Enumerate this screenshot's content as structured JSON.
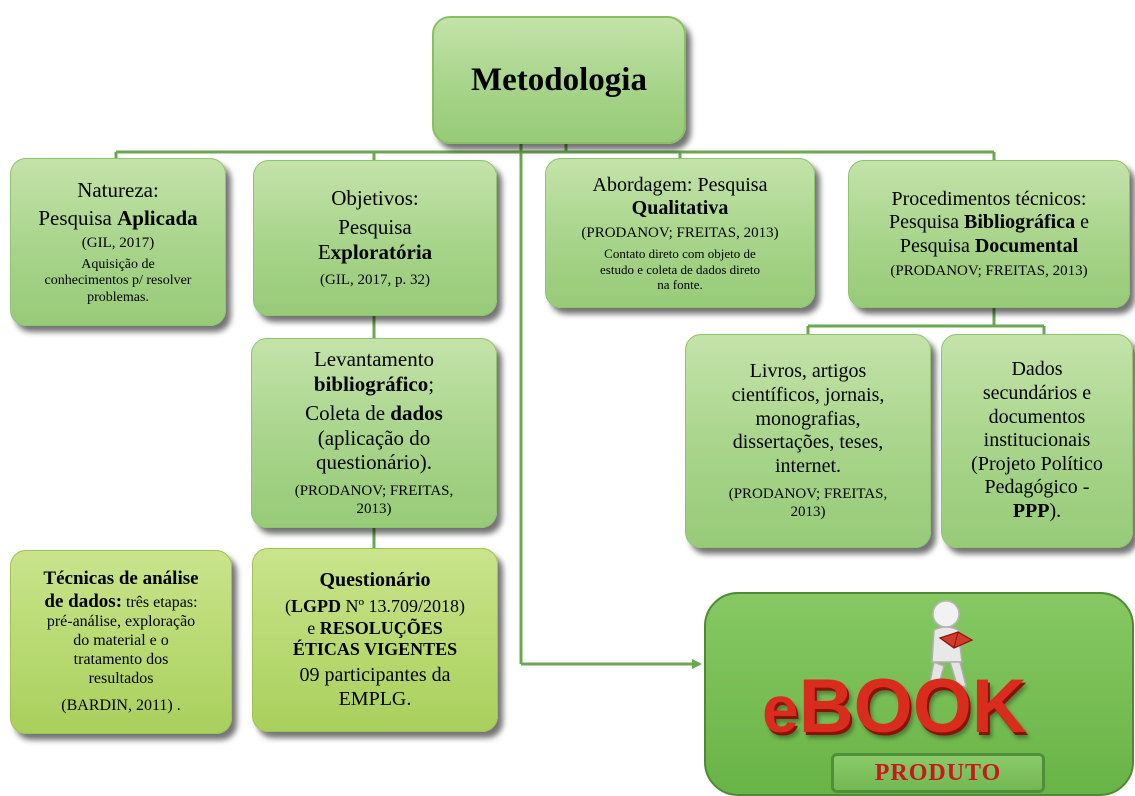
{
  "root": {
    "title": "Metodologia"
  },
  "natureza": {
    "line1": "Natureza:",
    "line2_prefix": "Pesquisa ",
    "line2_bold": "Aplicada",
    "ref": "(GIL, 2017)",
    "note_l1": "Aquisição de",
    "note_l2": "conhecimentos p/  resolver",
    "note_l3": "problemas."
  },
  "objetivos": {
    "line1": "Objetivos:",
    "line2": "Pesquisa",
    "line3_prefix": "E",
    "line3_bold": "xploratória",
    "ref": "(GIL, 2017, p. 32)"
  },
  "abordagem": {
    "line1": "Abordagem: Pesquisa",
    "line2_bold": "Qualitativa",
    "ref": "(PRODANOV; FREITAS, 2013)",
    "note_l1": "Contato direto com objeto de",
    "note_l2": "estudo e coleta de dados direto",
    "note_l3": "na fonte."
  },
  "procedimentos": {
    "line1": "Procedimentos técnicos:",
    "line2_prefix": "Pesquisa ",
    "line2_bold": "Bibliográfica",
    "line2_suffix": " e",
    "line3_prefix": "Pesquisa ",
    "line3_bold": "Documental",
    "ref": "(PRODANOV; FREITAS, 2013)"
  },
  "levantamento": {
    "l1": "Levantamento",
    "l2_bold": "bibliográfico",
    "l2_suffix": ";",
    "l3_prefix": "Coleta de ",
    "l3_bold": "dados",
    "l4": "(aplicação do",
    "l5": "questionário).",
    "ref_l1": "(PRODANOV; FREITAS,",
    "ref_l2": "2013)"
  },
  "livros": {
    "l1": "Livros, artigos",
    "l2": "científicos, jornais,",
    "l3": "monografias,",
    "l4": "dissertações, teses,",
    "l5": "internet.",
    "ref_l1": "(PRODANOV; FREITAS,",
    "ref_l2": "2013)"
  },
  "dados": {
    "l1": "Dados",
    "l2": "secundários e",
    "l3": "documentos",
    "l4": "institucionais",
    "l5": "(Projeto Político",
    "l6": "Pedagógico -",
    "l7_bold": "PPP",
    "l7_suffix": ")."
  },
  "tecnicas": {
    "l1_bold": "Técnicas de análise",
    "l2_bold": "de dados:",
    "l2_suffix": " três etapas:",
    "l3": "pré-análise, exploração",
    "l4": "do material e o",
    "l5": "tratamento dos",
    "l6": "resultados",
    "ref": "(BARDIN, 2011) ."
  },
  "questionario": {
    "title": "Questionário",
    "l2_open": "(",
    "l2_bold": "LGPD",
    "l2_rest": " Nº 13.709/2018)",
    "l3_prefix": "e  ",
    "l3_bold": "RESOLUÇÕES",
    "l4_bold": "ÉTICAS VIGENTES",
    "l5": "09 participantes da",
    "l6": "EMPLG."
  },
  "produto": {
    "ebook_e": "e",
    "ebook_rest": "BOOK",
    "label": "PRODUTO"
  },
  "colors": {
    "box_green": "#a7d48a",
    "box_lime": "#b6d86e",
    "connector": "#6aa84f",
    "produto_bg": "#69b446",
    "ebook_red": "#d92c1c",
    "produto_text": "#c8181a"
  }
}
